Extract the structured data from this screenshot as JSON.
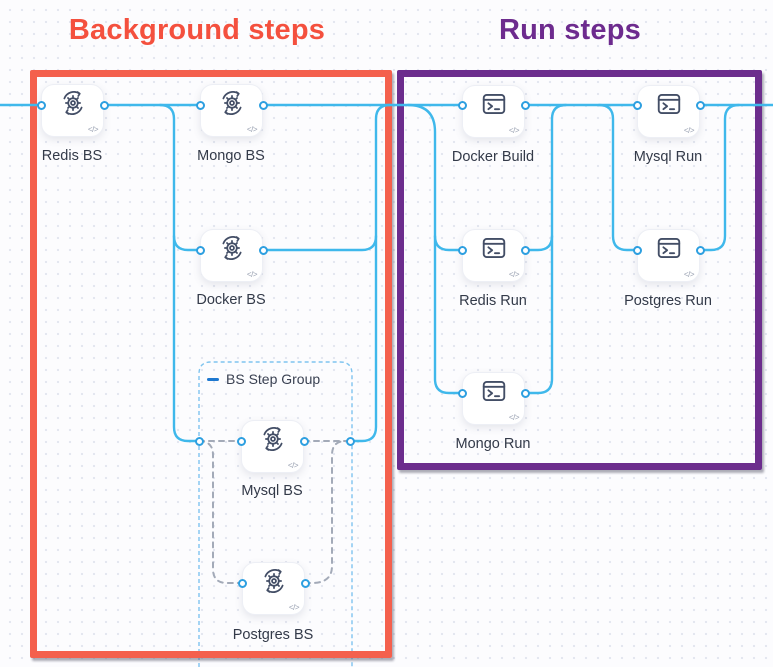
{
  "annotations": {
    "background_title": "Background steps",
    "run_title": "Run steps"
  },
  "group": {
    "label": "BS Step Group"
  },
  "nodes": [
    {
      "id": "redis-bs",
      "label": "Redis BS",
      "icon": "background-service-icon"
    },
    {
      "id": "mongo-bs",
      "label": "Mongo BS",
      "icon": "background-service-icon"
    },
    {
      "id": "docker-build",
      "label": "Docker Build",
      "icon": "terminal-icon"
    },
    {
      "id": "mysql-run",
      "label": "Mysql Run",
      "icon": "terminal-icon"
    },
    {
      "id": "docker-bs",
      "label": "Docker BS",
      "icon": "background-service-icon"
    },
    {
      "id": "redis-run",
      "label": "Redis Run",
      "icon": "terminal-icon"
    },
    {
      "id": "postgres-run",
      "label": "Postgres Run",
      "icon": "terminal-icon"
    },
    {
      "id": "mongo-run",
      "label": "Mongo Run",
      "icon": "terminal-icon"
    },
    {
      "id": "mysql-bs",
      "label": "Mysql BS",
      "icon": "background-service-icon"
    },
    {
      "id": "postgres-bs",
      "label": "Postgres BS",
      "icon": "background-service-icon"
    }
  ],
  "badges": {
    "code": "</>"
  },
  "colors": {
    "edge": "#3fb8eb",
    "dashed_edge": "#a3aab8",
    "group_border": "#7fc4ef",
    "port_ring": "#2d9fe0",
    "background_box": "#f4604d",
    "run_box": "#6c2d8d",
    "background_title": "#f4503e",
    "run_title": "#6d2b8e"
  }
}
